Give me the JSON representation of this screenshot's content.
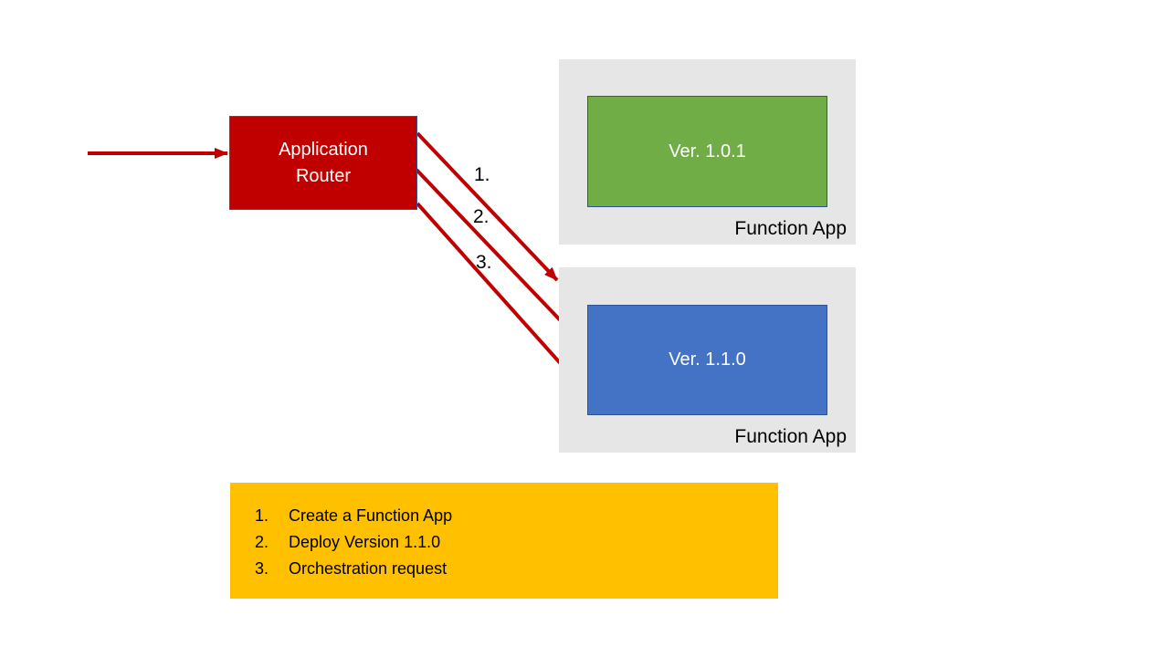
{
  "colors": {
    "background": "#FFFFFF",
    "router_fill": "#C00000",
    "router_text": "#FFFFFF",
    "box_border": "#2F5496",
    "container_fill": "#E7E6E6",
    "green_fill": "#70AD47",
    "blue_fill": "#4472C4",
    "note_fill": "#FFC000",
    "arrow": "#C00000",
    "label_text": "#000000"
  },
  "router": {
    "label": "Application Router"
  },
  "function_apps": [
    {
      "version": "Ver. 1.0.1",
      "label": "Function App"
    },
    {
      "version": "Ver. 1.1.0",
      "label": "Function App"
    }
  ],
  "arrow_labels": [
    {
      "num": "1."
    },
    {
      "num": "2."
    },
    {
      "num": "3."
    }
  ],
  "notes": {
    "items": [
      {
        "num": "1.",
        "text": "Create a Function App"
      },
      {
        "num": "2.",
        "text": "Deploy Version 1.1.0"
      },
      {
        "num": "3.",
        "text": "Orchestration request"
      }
    ]
  }
}
